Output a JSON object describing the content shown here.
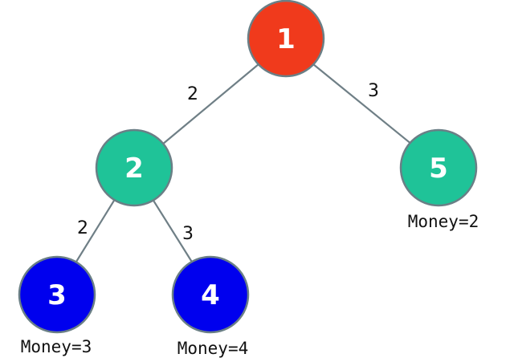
{
  "nodes": [
    {
      "id": "1",
      "label": "1",
      "color": "#f03a1c"
    },
    {
      "id": "2",
      "label": "2",
      "color": "#1fc398"
    },
    {
      "id": "3",
      "label": "3",
      "color": "#0000ee",
      "money": "Money=3"
    },
    {
      "id": "4",
      "label": "4",
      "color": "#0000ee",
      "money": "Money=4"
    },
    {
      "id": "5",
      "label": "5",
      "color": "#1fc398",
      "money": "Money=2"
    }
  ],
  "edges": [
    {
      "from": "1",
      "to": "2",
      "weight": "2"
    },
    {
      "from": "1",
      "to": "5",
      "weight": "3"
    },
    {
      "from": "2",
      "to": "3",
      "weight": "2"
    },
    {
      "from": "2",
      "to": "4",
      "weight": "3"
    }
  ],
  "colors": {
    "edge": "#6f7f86",
    "outline": "#6a7f86",
    "text": "#111111"
  }
}
